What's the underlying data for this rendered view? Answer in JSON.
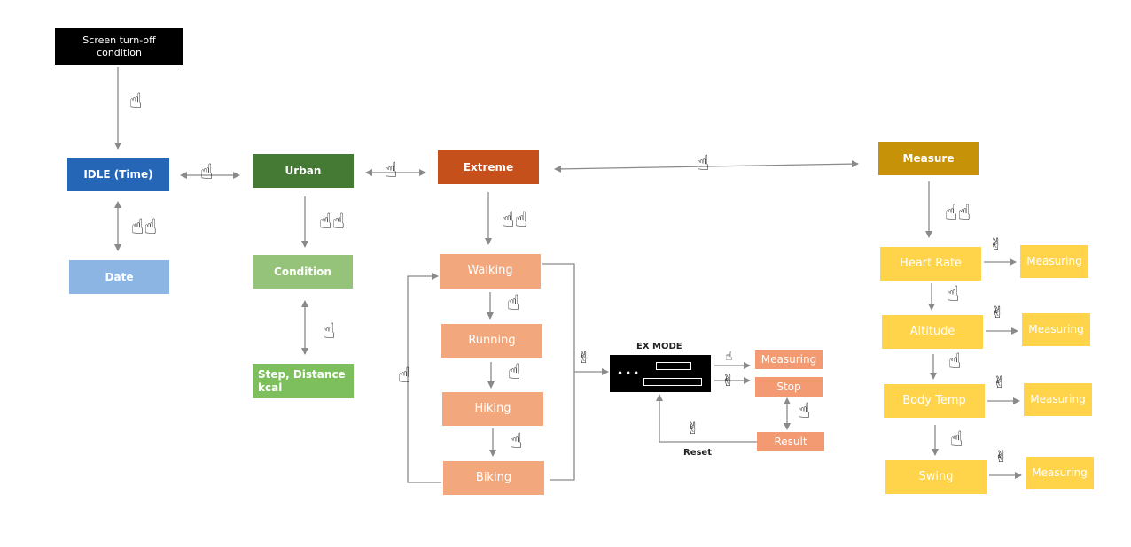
{
  "colors": {
    "black": "#000000",
    "idle": "#2566b6",
    "date": "#8db5e4",
    "urban": "#447a34",
    "condition": "#96c37a",
    "step": "#7cbf5c",
    "extreme": "#c6501c",
    "activity": "#f2a87c",
    "exmode": "#000000",
    "measure_state": "#f39a72",
    "measure": "#c69308",
    "sensor": "#ffd34a",
    "line": "#8a8a8a"
  },
  "icons": {
    "tap": "single-tap-hand-icon",
    "double_tap": "double-tap-hand-icon",
    "two_finger": "two-finger-tap-icon"
  },
  "nodes": {
    "screen_off": "Screen turn-off condition",
    "idle": "IDLE (Time)",
    "date": "Date",
    "urban": "Urban",
    "condition": "Condition",
    "step": "Step, Distance kcal",
    "extreme": "Extreme",
    "walking": "Walking",
    "running": "Running",
    "hiking": "Hiking",
    "biking": "Biking",
    "ex_mode": "EX MODE",
    "measuring": "Measuring",
    "stop": "Stop",
    "result": "Result",
    "reset": "Reset",
    "measure": "Measure",
    "heart_rate": "Heart Rate",
    "altitude": "Altitude",
    "body_temp": "Body Temp",
    "swing": "Swing",
    "measuring_hr": "Measuring",
    "measuring_alt": "Measuring",
    "measuring_bt": "Measuring",
    "measuring_sw": "Measuring"
  }
}
